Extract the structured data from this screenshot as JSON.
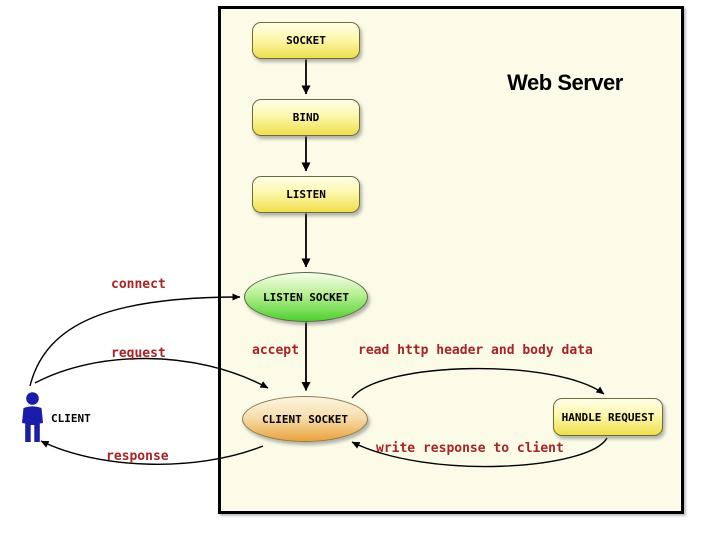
{
  "diagram": {
    "title": "Web Server",
    "nodes": {
      "socket": "SOCKET",
      "bind": "BIND",
      "listen": "LISTEN",
      "listen_socket": "LISTEN SOCKET",
      "client_socket": "CLIENT SOCKET",
      "handle_request": "HANDLE REQUEST"
    },
    "actor": {
      "label": "CLIENT"
    },
    "edges": {
      "connect": "connect",
      "request": "request",
      "response": "response",
      "accept": "accept",
      "read": "read http header and body data",
      "write": "write response to client"
    },
    "colors": {
      "server_bg": "#fbfbe7",
      "node_yellow_top": "#ffffe9",
      "node_yellow_bottom": "#eedf4d",
      "ellipse_green_top": "#f6feea",
      "ellipse_green_bottom": "#4ed02e",
      "ellipse_orange_top": "#fcf5df",
      "ellipse_orange_bottom": "#eba23c",
      "edge_label_red": "#a82323",
      "actor_blue": "#1c1caa",
      "arrow_black": "#000000"
    }
  }
}
